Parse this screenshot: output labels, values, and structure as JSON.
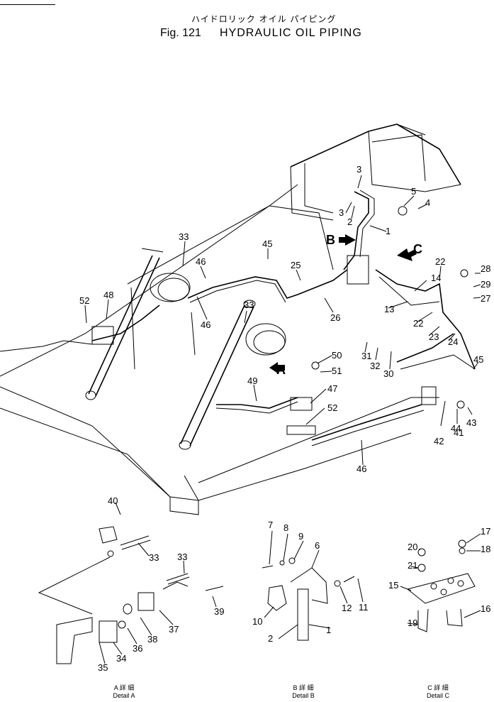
{
  "header": {
    "title_jp": "ハイドロリック オイル パイピング",
    "fig_number": "Fig. 121",
    "title": "HYDRAULIC OIL PIPING"
  },
  "view_markers": {
    "a": "A",
    "b": "B",
    "c": "C"
  },
  "main_labels": [
    "3",
    "5",
    "4",
    "3",
    "2",
    "1",
    "33",
    "45",
    "46",
    "25",
    "48",
    "52",
    "46",
    "33",
    "26",
    "22",
    "28",
    "29",
    "27",
    "14",
    "13",
    "22",
    "23",
    "24",
    "31",
    "32",
    "30",
    "50",
    "51",
    "47",
    "49",
    "52",
    "45",
    "42",
    "41",
    "44",
    "43",
    "46"
  ],
  "detail_labels": [
    "40",
    "33",
    "33",
    "39",
    "37",
    "38",
    "36",
    "34",
    "35",
    "7",
    "8",
    "9",
    "6",
    "12",
    "11",
    "10",
    "2",
    "1",
    "20",
    "21",
    "15",
    "19",
    "17",
    "18",
    "16"
  ],
  "captions": {
    "a_jp": "A 詳 細",
    "a_en": "Detail A",
    "b_jp": "B 詳 細",
    "b_en": "Detail B",
    "c_jp": "C 詳 細",
    "c_en": "Detail C"
  }
}
